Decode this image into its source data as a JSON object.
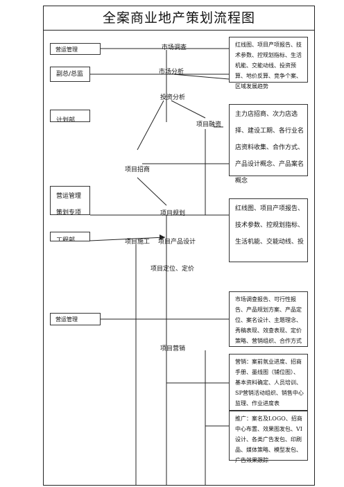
{
  "title": "全案商业地产策划流程图",
  "left_boxes": {
    "ops_mgmt_top": "营运管理",
    "deputy_director": "副总/总监",
    "cut1": "计划部",
    "ops_mgmt_mid": "营运管理",
    "cut2": "策划专项",
    "cut3": "工程部",
    "ops_mgmt_bottom": "营运管理"
  },
  "flow_labels": {
    "market_research": "市场调查",
    "market_analysis": "市场分析",
    "investment_analysis": "投资分析",
    "project_financing": "项目融资",
    "project_leasing": "项目招商",
    "project_planning": "项目规划",
    "project_construction": "项目施工",
    "project_product_design": "项目产品设计",
    "positioning_pricing": "项目定位、定价",
    "project_marketing": "项目营销"
  },
  "notes": {
    "note1": "红线图、项目产项报告、技术参数、控规划指标、生活机能、交能动线、投资预算、地价反算、竞争个案、区域发展趋势",
    "note2": "主力店招商、次力店选择、建设工期、各行业名店资料收集、合作方式、产品设计概念、产品案名概念",
    "note3": "红线图、项目产项报告、技术参数、控规划指标、生活机能、交能动线、投",
    "note4": "市场调查报告、可行性报告、产品规划方案、产品定位、案名设计、主题理念、秀稿表现、效查表现、定价策略、营销组织、合作方式",
    "note5": "营销：案前氛业进度、招商手册、墨线图（铺位图）、基本资料确定、人员培训、SP营销活动组织、销售中心监理、作业进度表",
    "note6": "推广：案名及LOGO、招商中心布置、效果图发包、VI设计、各类广告发包、印刷品、媒体策略、模型发包、广告效果跟踪"
  }
}
